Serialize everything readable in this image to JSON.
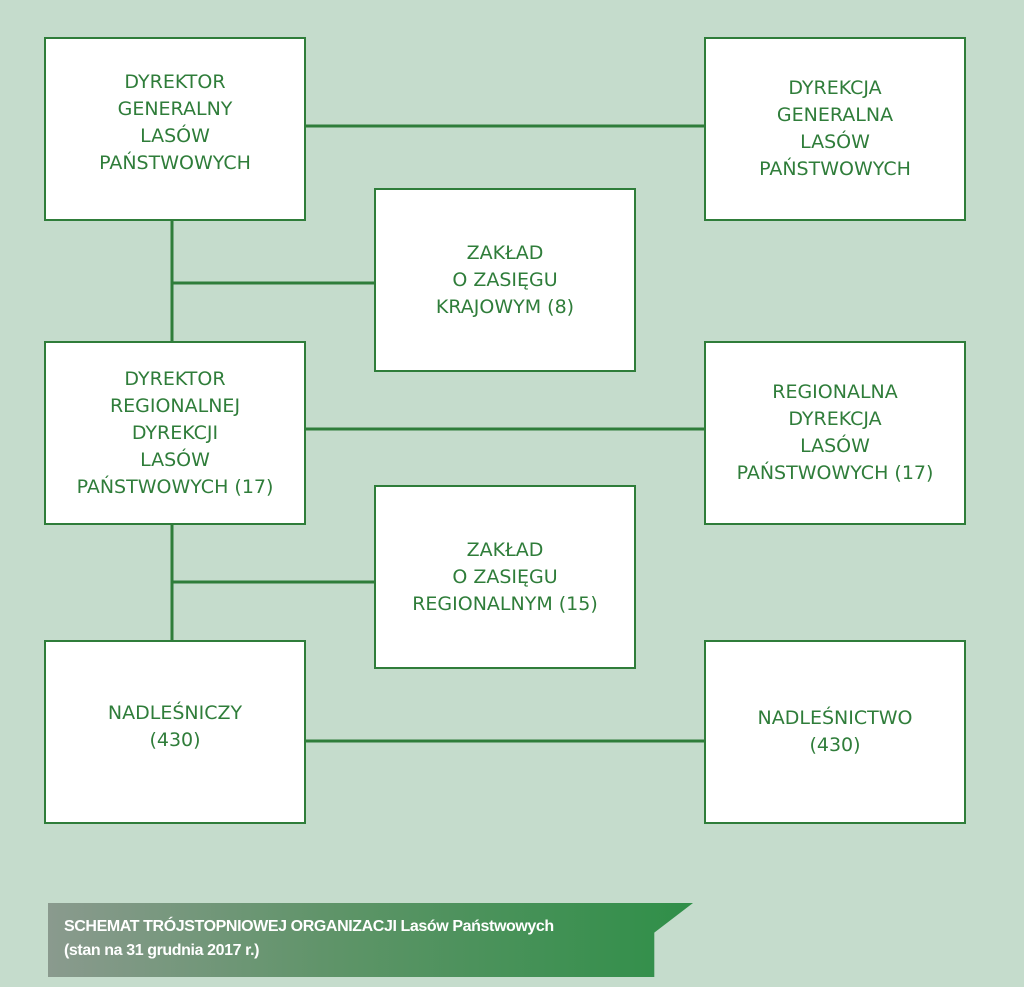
{
  "nodes": {
    "dg_director": "DYREKTOR\nGENERALNY\nLASÓW\nPAŃSTWOWYCH",
    "dg_directorate": "DYREKCJA\nGENERALNA\nLASÓW\nPAŃSTWOWYCH",
    "national_unit": "ZAKŁAD\nO ZASIĘGU\nKRAJOWYM (8)",
    "rd_director": "DYREKTOR\nREGIONALNEJ\nDYREKCJI\nLASÓW\nPAŃSTWOWYCH (17)",
    "rd_directorate": "REGIONALNA\nDYREKCJA\nLASÓW\nPAŃSTWOWYCH (17)",
    "regional_unit": "ZAKŁAD\nO ZASIĘGU\nREGIONALNYM (15)",
    "forester": "NADLEŚNICZY\n(430)",
    "forest_district": "NADLEŚNICTWO\n(430)"
  },
  "caption": {
    "line1_bold": "SCHEMAT TRÓJSTOPNIOWEJ ORGANIZACJI",
    "line1_rest": " Lasów Państwowych",
    "line2": "(stan na 31 grudnia 2017 r.)"
  },
  "colors": {
    "background": "#c5dccc",
    "accent": "#2f7d3a",
    "box_fill": "#ffffff"
  }
}
